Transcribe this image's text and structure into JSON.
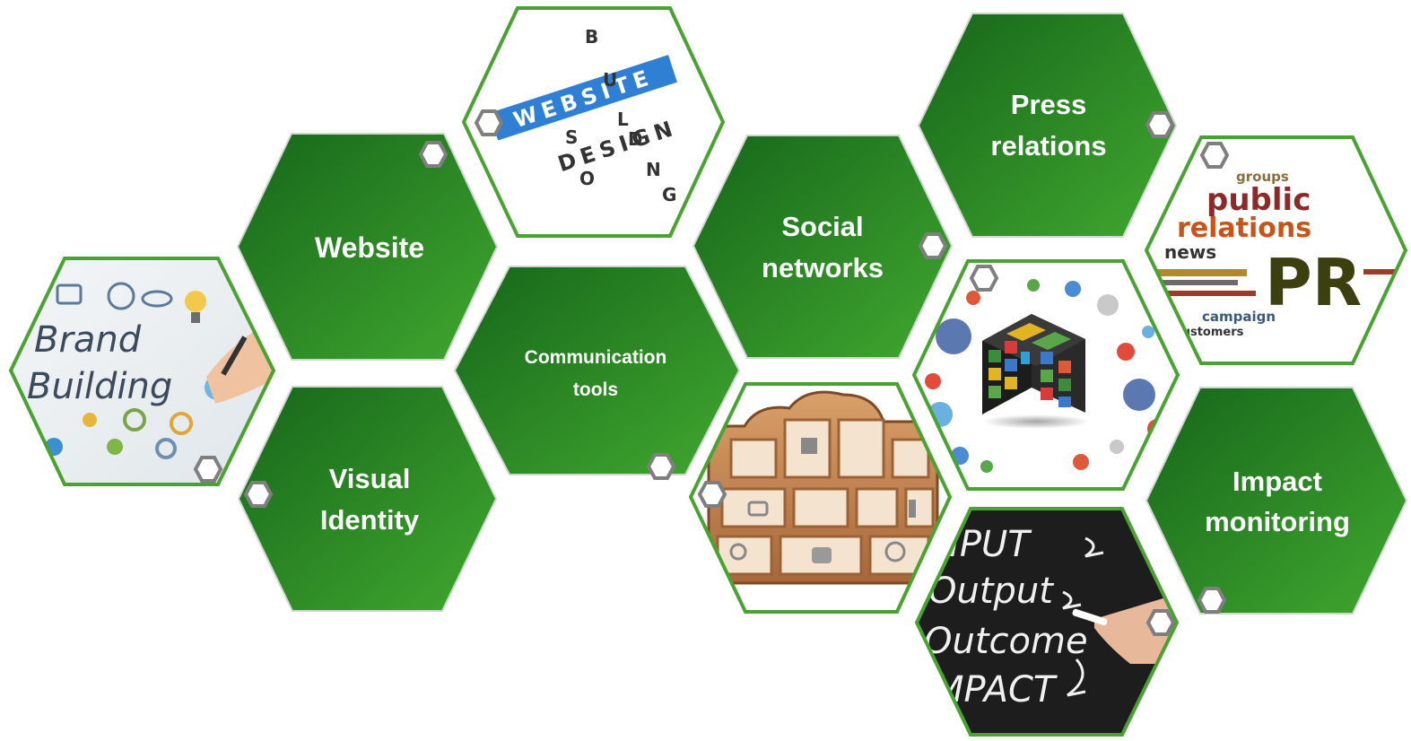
{
  "diagram": {
    "green_hexagons": [
      {
        "id": "website",
        "lines": [
          "Website"
        ]
      },
      {
        "id": "visual-identity",
        "lines": [
          "Visual",
          "Identity"
        ]
      },
      {
        "id": "communication-tools",
        "lines": [
          "Communication",
          "tools"
        ]
      },
      {
        "id": "social-networks",
        "lines": [
          "Social",
          "networks"
        ]
      },
      {
        "id": "press-relations",
        "lines": [
          "Press",
          "relations"
        ]
      },
      {
        "id": "impact-monitoring",
        "lines": [
          "Impact",
          "monitoring"
        ]
      }
    ],
    "image_hexagons": {
      "brand_building": {
        "words": [
          "Brand",
          "Building"
        ]
      },
      "website_crossword": {
        "website": "WEBSITE",
        "building": "BUILDING",
        "design": "DESIGN",
        "seo": "SEO"
      },
      "pr_cloud": {
        "public": "public",
        "relations": "relations",
        "pr": "PR",
        "news": "news",
        "campaign": "campaign",
        "customers": "customers",
        "groups": "groups"
      },
      "impact_board": {
        "lines": [
          "NPUT",
          "Output",
          "Outcome",
          "MPACT"
        ]
      }
    },
    "colors": {
      "green_dark": "#1f7a1f",
      "green_light": "#3fa535",
      "border": "#4aa232",
      "connector": "#7f7f7f"
    }
  }
}
